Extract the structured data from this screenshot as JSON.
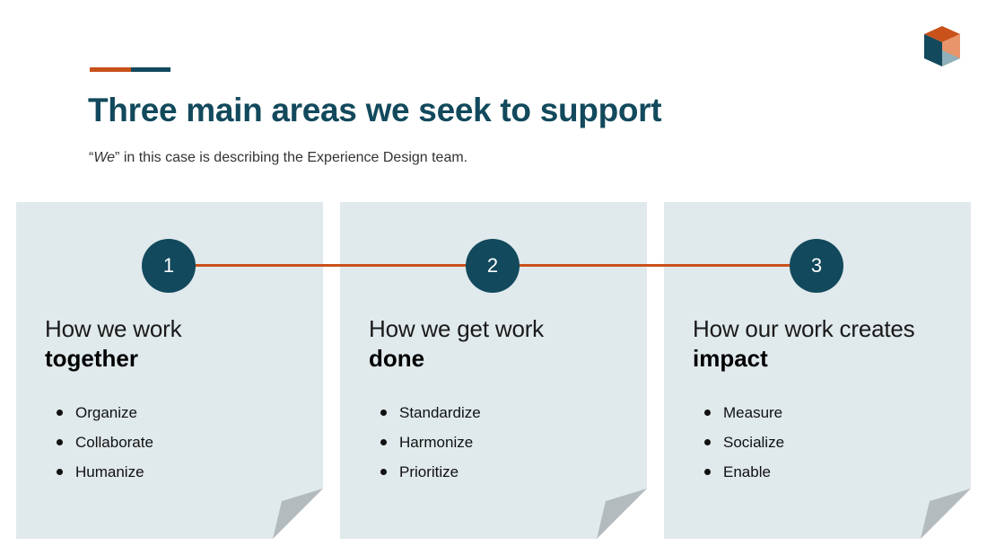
{
  "colors": {
    "title": "#12495c",
    "accent_orange": "#c9511a",
    "accent_teal": "#12495c",
    "card_bg": "#e0e9ec",
    "fold": "#b3bbbe",
    "circle": "#12495c",
    "connector": "#c9511a"
  },
  "header": {
    "title": "Three main areas we seek to support",
    "subtitle_open_quote": "“",
    "subtitle_em": "We",
    "subtitle_rest": "” in this case is describing the Experience Design team."
  },
  "logo": {
    "icon": "cube-logo-icon"
  },
  "cards": [
    {
      "number": "1",
      "heading_light": "How we work",
      "heading_bold": "together",
      "bullets": [
        "Organize",
        "Collaborate",
        "Humanize"
      ]
    },
    {
      "number": "2",
      "heading_light": "How we get work",
      "heading_bold": "done",
      "bullets": [
        "Standardize",
        "Harmonize",
        "Prioritize"
      ]
    },
    {
      "number": "3",
      "heading_light": "How our work creates",
      "heading_bold": "impact",
      "bullets": [
        "Measure",
        "Socialize",
        "Enable"
      ]
    }
  ]
}
